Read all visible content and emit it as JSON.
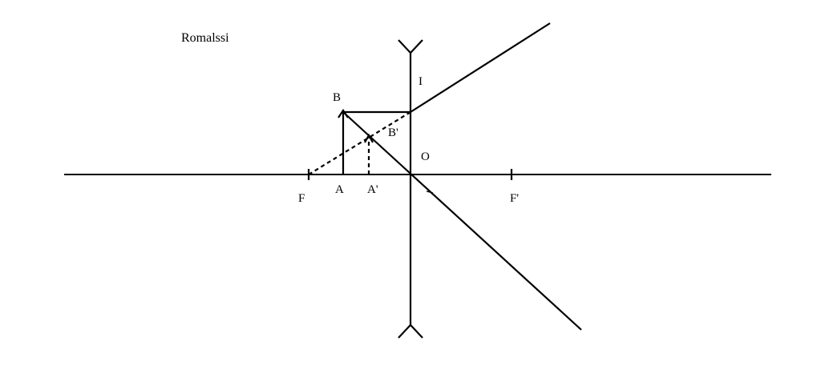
{
  "title": "Romalssi",
  "labels": {
    "focal_left": "F",
    "object_base": "A",
    "image_base": "A'",
    "object_top": "B",
    "image_top": "B'",
    "lens_center": "O",
    "ray_point": "I",
    "focal_right": "F'"
  },
  "colors": {
    "line": "#000000",
    "background": "#ffffff"
  }
}
